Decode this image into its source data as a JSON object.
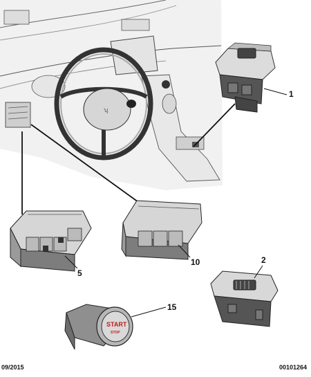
{
  "diagram": {
    "callouts": [
      "1",
      "2",
      "5",
      "10",
      "15"
    ],
    "start_button": {
      "line1": "START",
      "line2": "STOP"
    },
    "accent_color": "#c21a1a"
  },
  "footer": {
    "date": "09/2015",
    "reference": "00101264"
  }
}
